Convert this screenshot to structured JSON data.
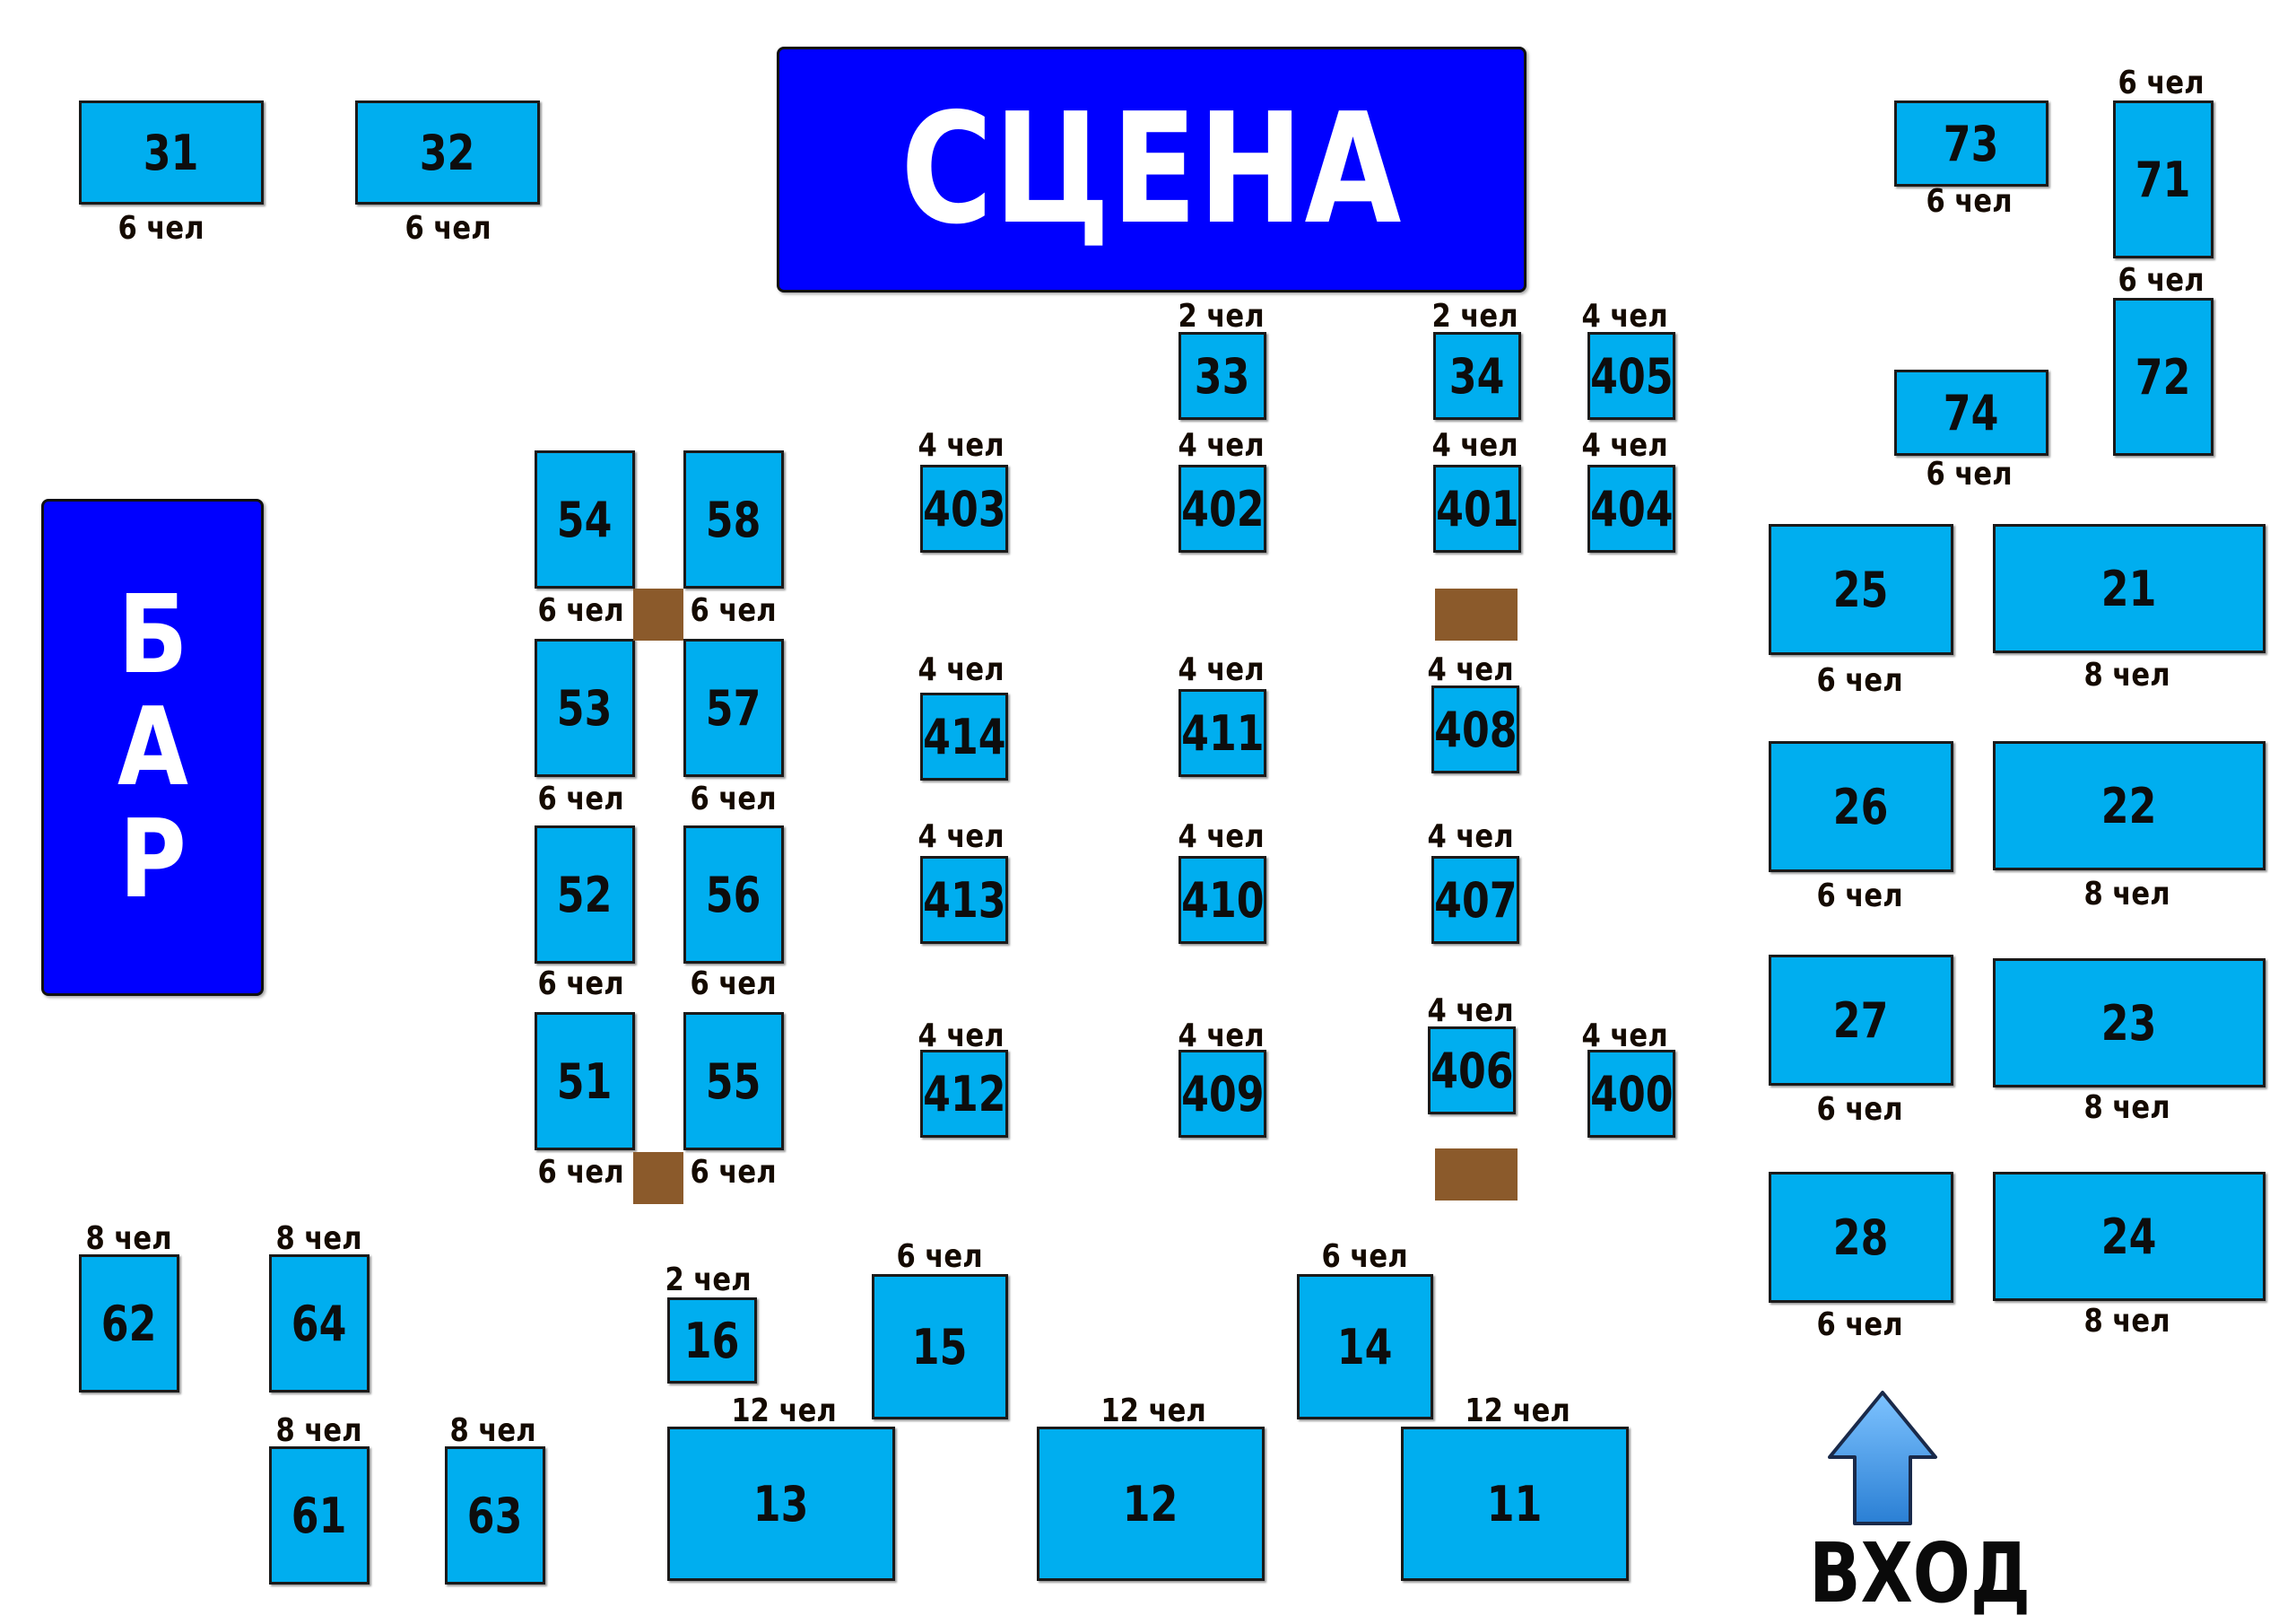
{
  "stage": {
    "label": "СЦЕНА"
  },
  "bar": {
    "letters": [
      "Б",
      "А",
      "Р"
    ]
  },
  "entrance": {
    "label": "ВХОД",
    "icon": "up-arrow-icon"
  },
  "colors": {
    "table": "#00aeef",
    "stage": "#0000ff",
    "bar": "#0000ff",
    "post": "#8b5a2b"
  },
  "tables": [
    {
      "number": "31",
      "capacity": "6 чел"
    },
    {
      "number": "32",
      "capacity": "6 чел"
    },
    {
      "number": "73",
      "capacity": "6 чел"
    },
    {
      "number": "71",
      "capacity": "6 чел"
    },
    {
      "number": "72",
      "capacity": "6 чел"
    },
    {
      "number": "74",
      "capacity": "6 чел"
    },
    {
      "number": "33",
      "capacity": "2 чел"
    },
    {
      "number": "34",
      "capacity": "2 чел"
    },
    {
      "number": "405",
      "capacity": "4 чел"
    },
    {
      "number": "403",
      "capacity": "4 чел"
    },
    {
      "number": "402",
      "capacity": "4 чел"
    },
    {
      "number": "401",
      "capacity": "4 чел"
    },
    {
      "number": "404",
      "capacity": "4 чел"
    },
    {
      "number": "414",
      "capacity": "4 чел"
    },
    {
      "number": "411",
      "capacity": "4 чел"
    },
    {
      "number": "408",
      "capacity": "4 чел"
    },
    {
      "number": "413",
      "capacity": "4 чел"
    },
    {
      "number": "410",
      "capacity": "4 чел"
    },
    {
      "number": "407",
      "capacity": "4 чел"
    },
    {
      "number": "412",
      "capacity": "4 чел"
    },
    {
      "number": "409",
      "capacity": "4 чел"
    },
    {
      "number": "406",
      "capacity": "4 чел"
    },
    {
      "number": "400",
      "capacity": "4 чел"
    },
    {
      "number": "54",
      "capacity": "6 чел"
    },
    {
      "number": "58",
      "capacity": "6 чел"
    },
    {
      "number": "53",
      "capacity": "6 чел"
    },
    {
      "number": "57",
      "capacity": "6 чел"
    },
    {
      "number": "52",
      "capacity": "6 чел"
    },
    {
      "number": "56",
      "capacity": "6 чел"
    },
    {
      "number": "51",
      "capacity": "6 чел"
    },
    {
      "number": "55",
      "capacity": "6 чел"
    },
    {
      "number": "25",
      "capacity": "6 чел"
    },
    {
      "number": "21",
      "capacity": "8 чел"
    },
    {
      "number": "26",
      "capacity": "6 чел"
    },
    {
      "number": "22",
      "capacity": "8 чел"
    },
    {
      "number": "27",
      "capacity": "6 чел"
    },
    {
      "number": "23",
      "capacity": "8 чел"
    },
    {
      "number": "28",
      "capacity": "6 чел"
    },
    {
      "number": "24",
      "capacity": "8 чел"
    },
    {
      "number": "62",
      "capacity": "8 чел"
    },
    {
      "number": "64",
      "capacity": "8 чел"
    },
    {
      "number": "61",
      "capacity": "8 чел"
    },
    {
      "number": "63",
      "capacity": "8 чел"
    },
    {
      "number": "16",
      "capacity": "2 чел"
    },
    {
      "number": "15",
      "capacity": "6 чел"
    },
    {
      "number": "14",
      "capacity": "6 чел"
    },
    {
      "number": "13",
      "capacity": "12 чел"
    },
    {
      "number": "12",
      "capacity": "12 чел"
    },
    {
      "number": "11",
      "capacity": "12 чел"
    }
  ]
}
